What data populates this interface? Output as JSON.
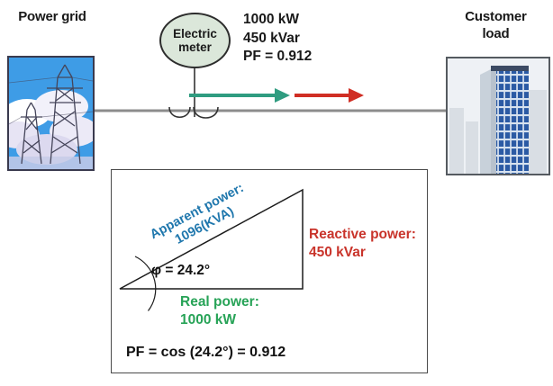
{
  "top": {
    "power_grid_label": "Power grid",
    "electric_meter_label": "Electric meter",
    "readings": [
      "1000 kW",
      "450 kVar",
      "PF = 0.912"
    ],
    "customer_load_label": "Customer load"
  },
  "power_triangle": {
    "apparent_power_label": "Apparent power:",
    "apparent_power_value": "1096(KVA)",
    "reactive_power_label": "Reactive power:",
    "reactive_power_value": "450 kVar",
    "real_power_label": "Real power:",
    "real_power_value": "1000 kW",
    "phase_angle": "φ = 24.2°",
    "pf_equation": "PF = cos (24.2°) = 0.912"
  },
  "colors": {
    "arrow_green": "#2f9c80",
    "arrow_red": "#d02e24",
    "apparent_power_text": "#1f77ad",
    "reactive_power_text": "#c9342b",
    "real_power_text": "#27a357",
    "power_line": "#8c8c8c",
    "meter_fill": "#dbe7da",
    "diagram_line": "#1b1b1b"
  }
}
